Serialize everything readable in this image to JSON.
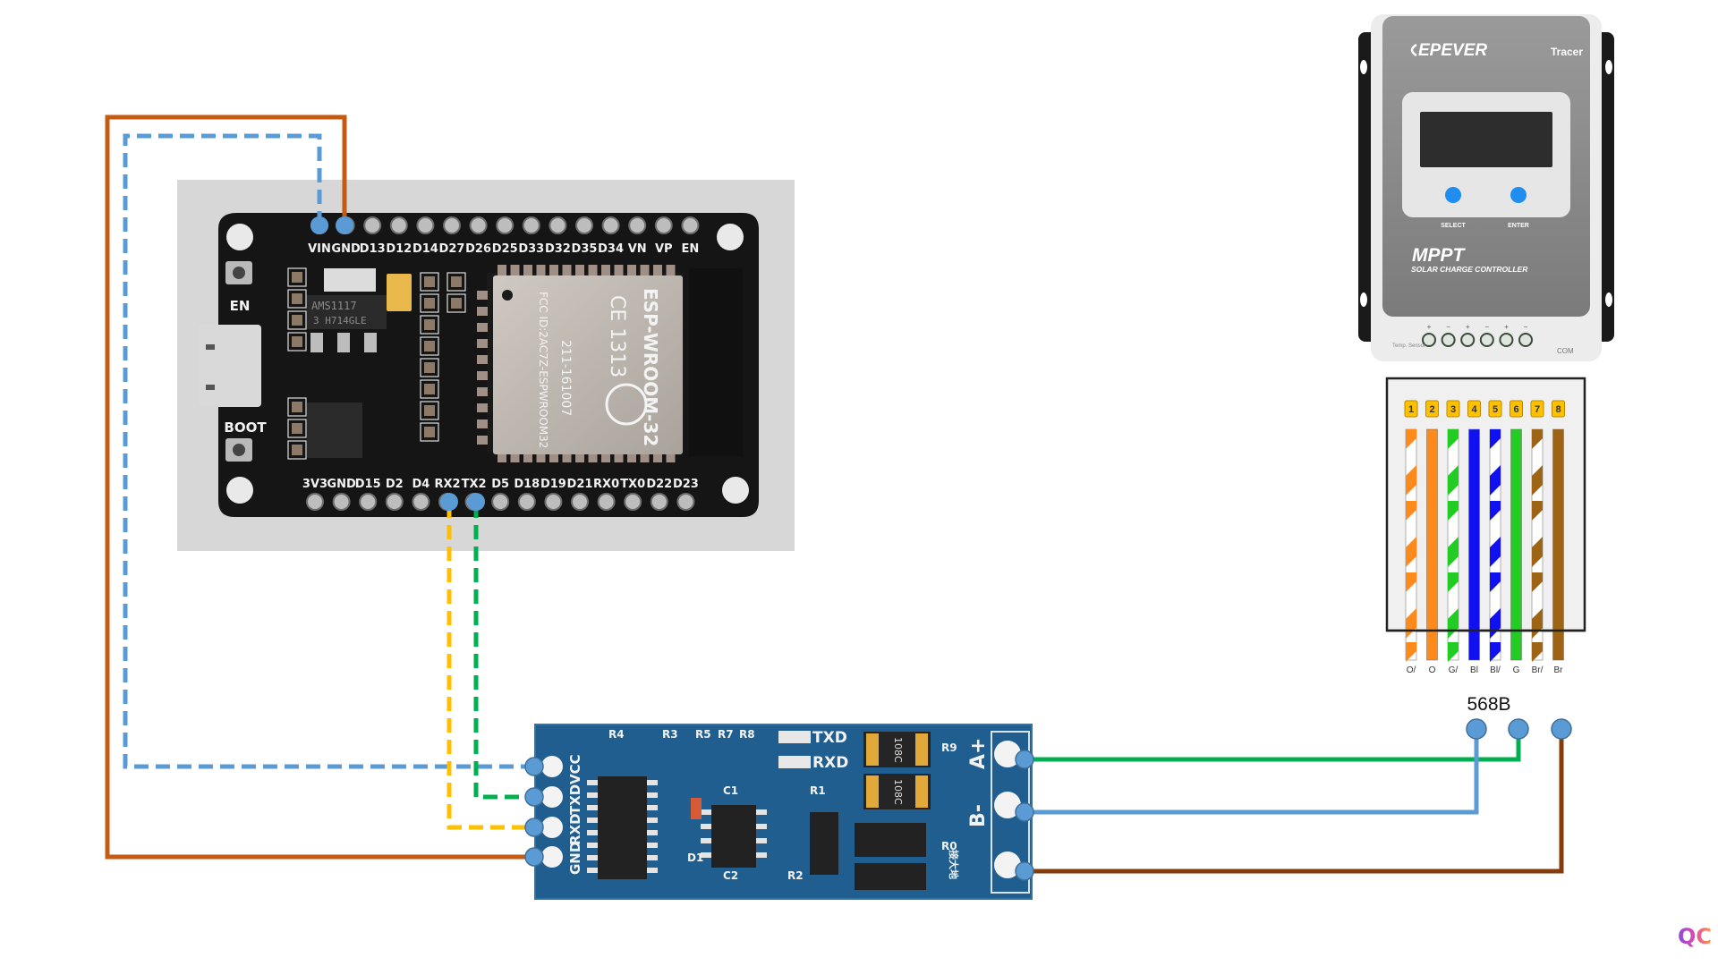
{
  "diagram": {
    "title": "ESP32 to EPEVER Tracer via RS485 (568B)",
    "colors": {
      "wire_orange": "#C55A11",
      "wire_blue": "#5B9BD5",
      "wire_yellow": "#FFC000",
      "wire_green": "#00B050",
      "wire_brown": "#843C0C",
      "connector_dot": "#5B9BD5",
      "esp_pcb": "#151515",
      "rs485_pcb": "#1F5E8E",
      "epever_face": "#8A8A8A"
    }
  },
  "esp32": {
    "top_pins": [
      "VIN",
      "GND",
      "D13",
      "D12",
      "D14",
      "D27",
      "D26",
      "D25",
      "D33",
      "D32",
      "D35",
      "D34",
      "VN",
      "VP",
      "EN"
    ],
    "bottom_pins": [
      "3V3",
      "GND",
      "D15",
      "D2",
      "D4",
      "RX2",
      "TX2",
      "D5",
      "D18",
      "D19",
      "D21",
      "RX0",
      "TX0",
      "D22",
      "D23"
    ],
    "buttons": {
      "en": "EN",
      "boot": "BOOT"
    },
    "regulator": {
      "line1": "AMS1117",
      "line2": "3 H714GLE"
    },
    "module": {
      "name": "ESP-WROOM-32",
      "ce": "CE 1313",
      "fcc": "FCC ID:2AC7Z-ESPWROOM32",
      "code": "211-161007"
    }
  },
  "rs485": {
    "left_pins": [
      "VCC",
      "TXD",
      "RXD",
      "GND"
    ],
    "right_pins": [
      "A+",
      "B-",
      "接大地"
    ],
    "leds": [
      "TXD",
      "RXD"
    ],
    "components": [
      "R4",
      "R3",
      "R5",
      "R7",
      "R8",
      "C1",
      "R1",
      "D1",
      "C2",
      "R2",
      "R9",
      "R0"
    ],
    "caps": [
      "108C",
      "108C"
    ]
  },
  "epever": {
    "brand": "EPEVER",
    "model": "Tracer",
    "buttons": [
      "SELECT",
      "ENTER"
    ],
    "product": "MPPT",
    "subtitle": "SOLAR CHARGE CONTROLLER",
    "bottom_left": "Temp. Sensor",
    "bottom_right": "COM",
    "terminal_signs": [
      "+",
      "−",
      "+",
      "−",
      "+",
      "−"
    ]
  },
  "rj45": {
    "standard": "568B",
    "pins": [
      {
        "num": "1",
        "code": "O/",
        "color": "#FF8A1C",
        "striped": true
      },
      {
        "num": "2",
        "code": "O",
        "color": "#FF8A1C",
        "striped": false
      },
      {
        "num": "3",
        "code": "G/",
        "color": "#22CC22",
        "striped": true
      },
      {
        "num": "4",
        "code": "Bl",
        "color": "#1010F0",
        "striped": false
      },
      {
        "num": "5",
        "code": "Bl/",
        "color": "#1010F0",
        "striped": true
      },
      {
        "num": "6",
        "code": "G",
        "color": "#22CC22",
        "striped": false
      },
      {
        "num": "7",
        "code": "Br/",
        "color": "#9C6414",
        "striped": true
      },
      {
        "num": "8",
        "code": "Br",
        "color": "#9C6414",
        "striped": false
      }
    ]
  },
  "connections": [
    {
      "from": "ESP32 VIN",
      "to": "RS485 VCC",
      "color": "blue",
      "style": "dashed"
    },
    {
      "from": "ESP32 GND",
      "to": "RS485 GND",
      "color": "orange",
      "style": "solid"
    },
    {
      "from": "ESP32 RX2",
      "to": "RS485 RXD",
      "color": "yellow",
      "style": "dashed"
    },
    {
      "from": "ESP32 TX2",
      "to": "RS485 TXD",
      "color": "green",
      "style": "dashed"
    },
    {
      "from": "RS485 A+",
      "to": "568B pin 2",
      "color": "green",
      "style": "solid"
    },
    {
      "from": "RS485 B-",
      "to": "568B pin 1",
      "color": "blue",
      "style": "solid"
    },
    {
      "from": "RS485 ground",
      "to": "568B pin 3",
      "color": "brown",
      "style": "solid"
    }
  ],
  "watermark": "QC"
}
